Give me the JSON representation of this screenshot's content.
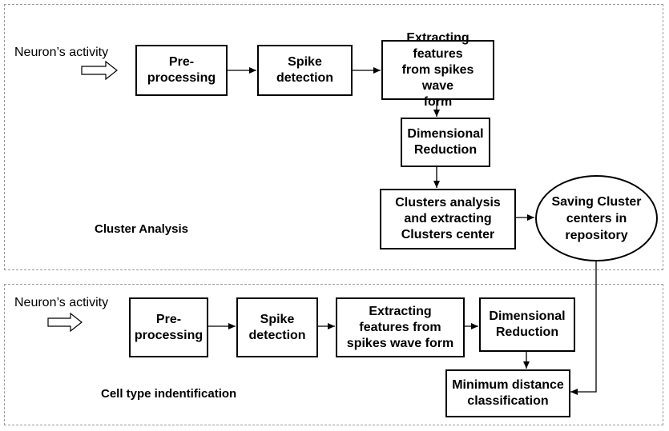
{
  "top": {
    "input_label": "Neuron’s activity",
    "section_label": "Cluster Analysis",
    "steps": {
      "preprocessing": "Pre-\nprocessing",
      "spike_detection": "Spike\ndetection",
      "extract_features": "Extracting features\nfrom spikes wave\nform",
      "dim_reduction": "Dimensional\nReduction",
      "clusters_analysis": "Clusters analysis\nand extracting\nClusters center",
      "saving_centers": "Saving Cluster\ncenters in\nrepository"
    }
  },
  "bottom": {
    "input_label": "Neuron’s activity",
    "section_label": "Cell type indentification",
    "steps": {
      "preprocessing": "Pre-\nprocessing",
      "spike_detection": "Spike\ndetection",
      "extract_features": "Extracting\nfeatures from\nspikes wave form",
      "dim_reduction": "Dimensional\nReduction",
      "min_distance": "Minimum distance\nclassification"
    }
  }
}
